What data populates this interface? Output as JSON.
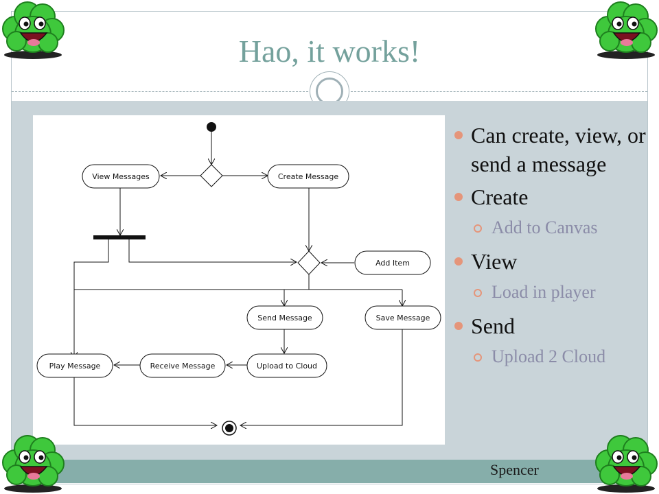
{
  "slide": {
    "title": "Hao, it works!",
    "footer": "Spencer"
  },
  "bullets": [
    {
      "text": "Can create, view, or send a message",
      "level": 1
    },
    {
      "text": "Create",
      "level": 1
    },
    {
      "text": "Add to Canvas",
      "level": 2
    },
    {
      "text": "View",
      "level": 1
    },
    {
      "text": "Load in player",
      "level": 2
    },
    {
      "text": "Send",
      "level": 1
    },
    {
      "text": "Upload 2 Cloud",
      "level": 2
    }
  ],
  "diagram": {
    "nodes": {
      "view_messages": "View Messages",
      "create_message": "Create Message",
      "add_item": "Add Item",
      "send_message": "Send Message",
      "save_message": "Save Message",
      "play_message": "Play Message",
      "receive_message": "Receive Message",
      "upload_to_cloud": "Upload to Cloud"
    }
  },
  "colors": {
    "title": "#74a19c",
    "content_bg": "#c9d4d9",
    "footer_bar": "#86aeaa",
    "bullet": "#e5957a",
    "subbullet_text": "#8b8ca8"
  },
  "icons": [
    "green-smiley-icon"
  ]
}
